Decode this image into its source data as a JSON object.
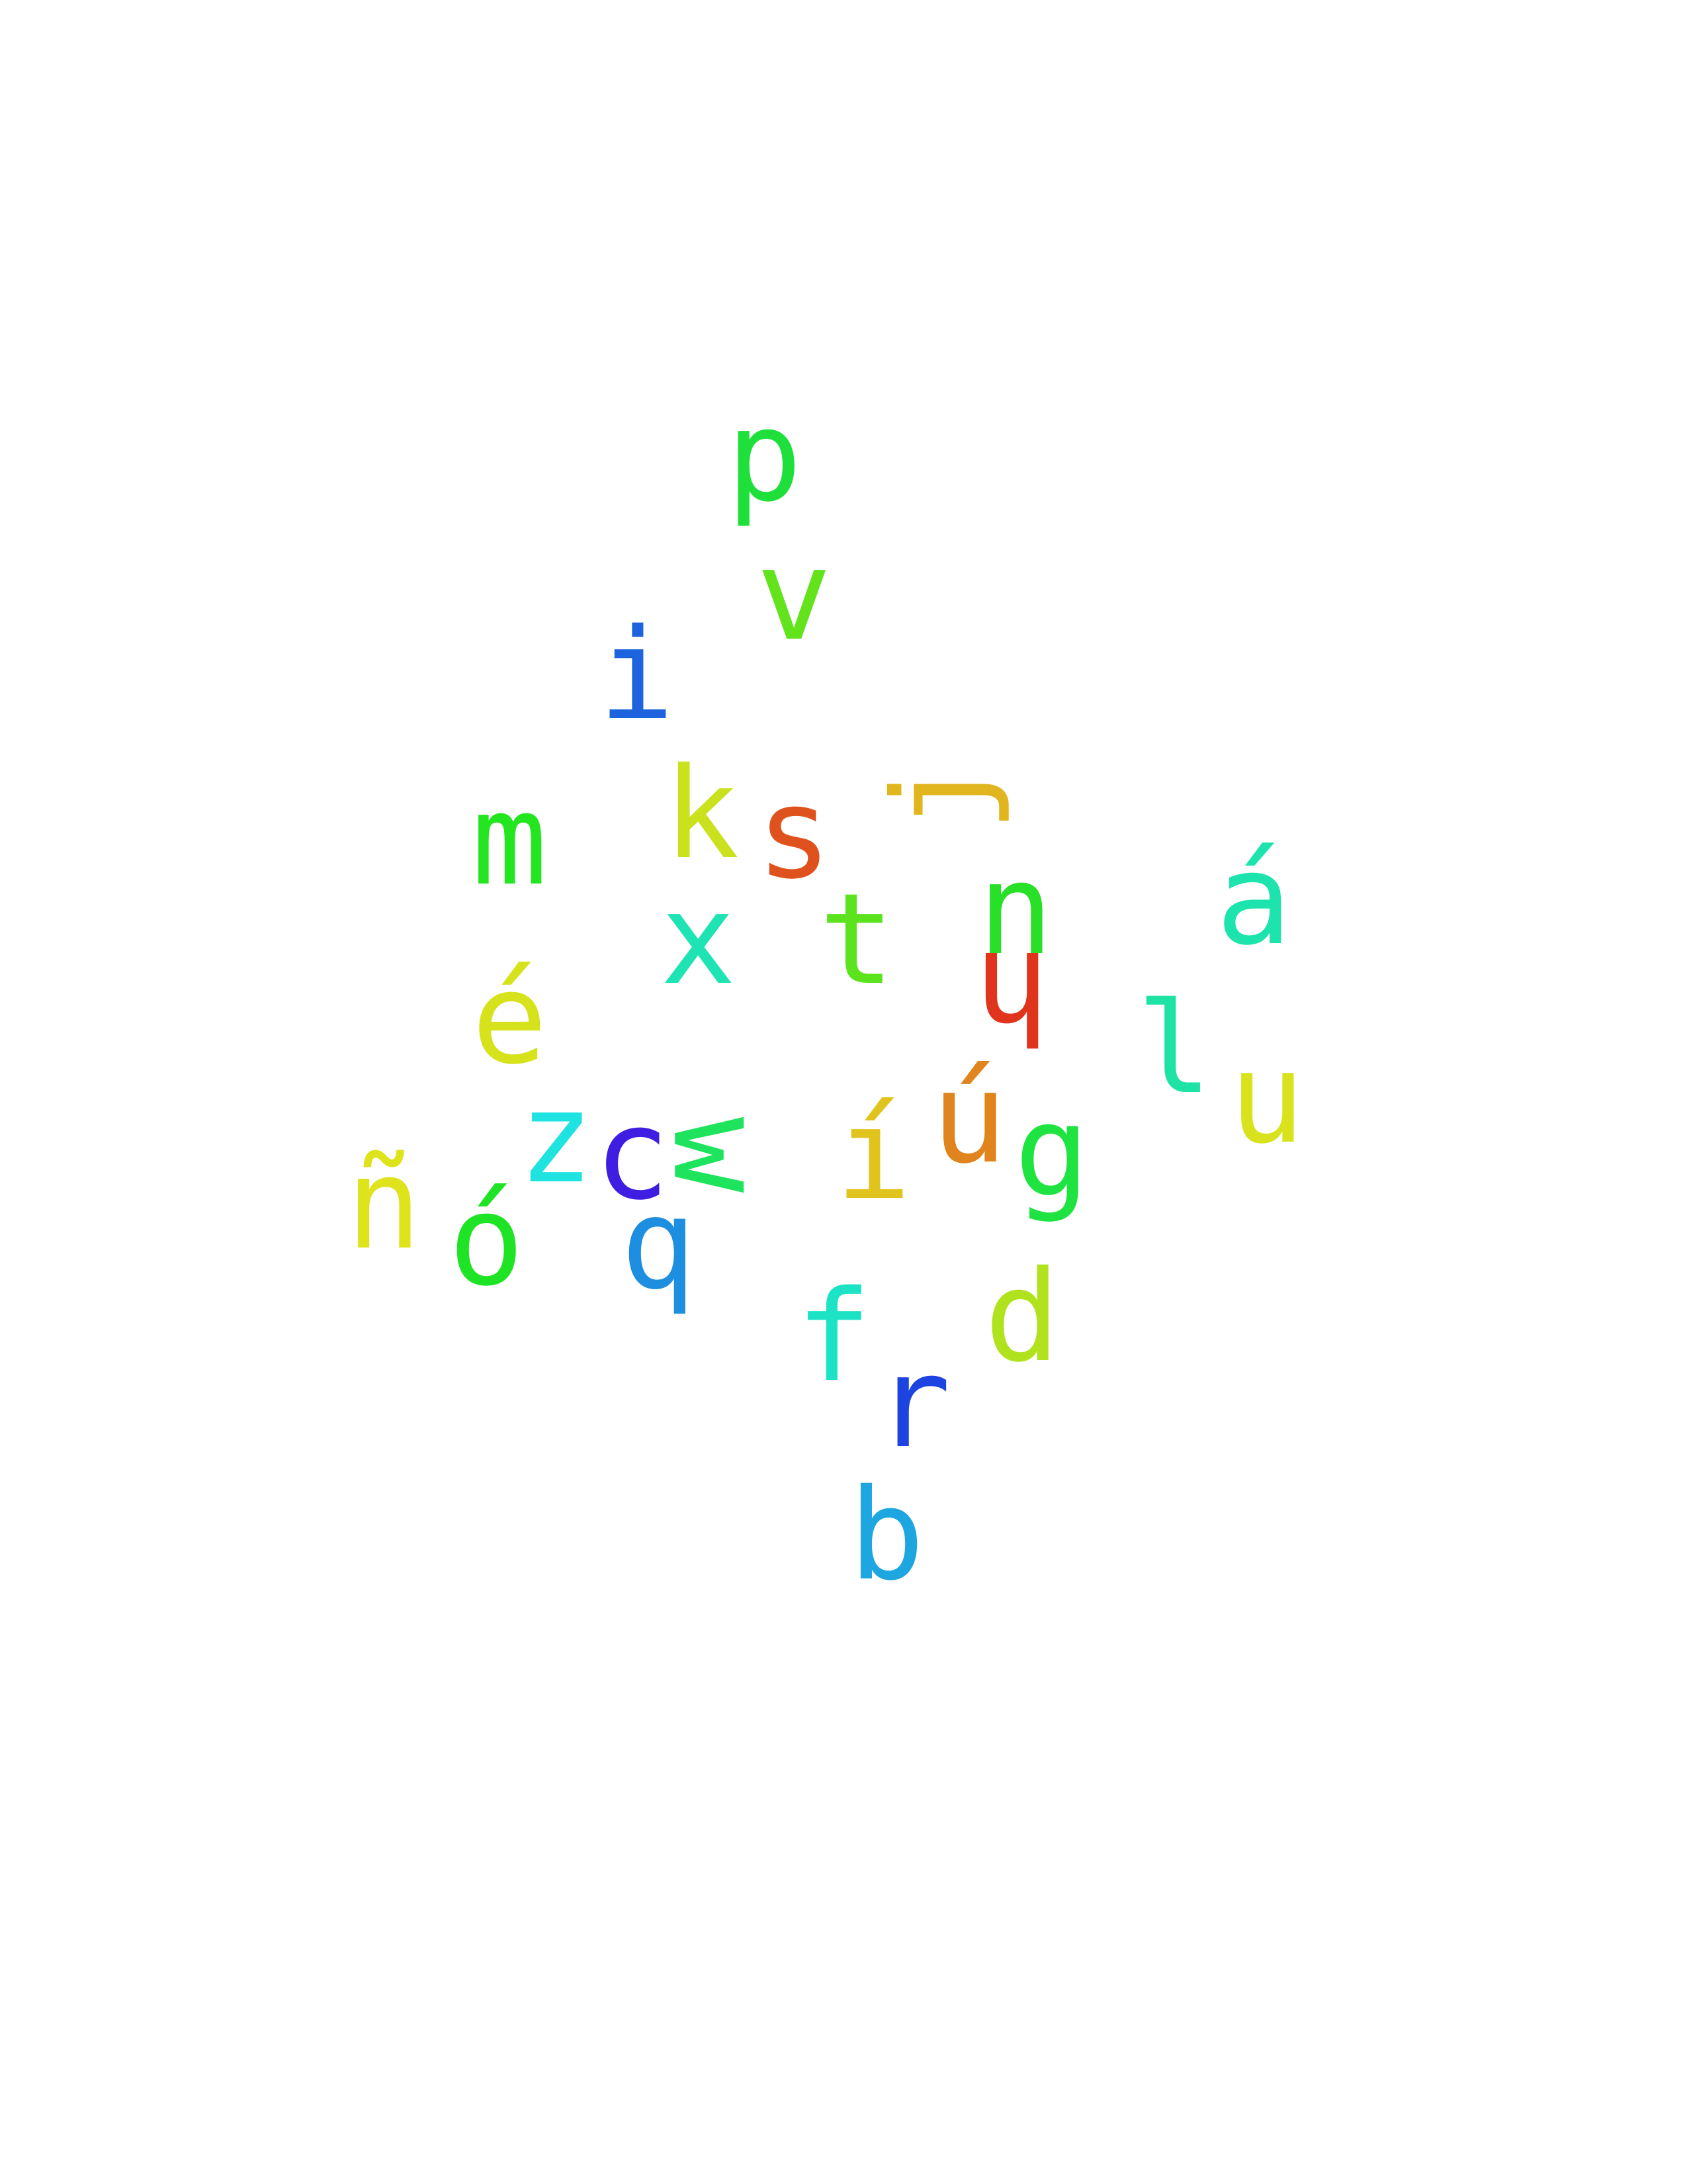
{
  "letters": [
    {
      "char": "p",
      "color": "#1fe03a"
    },
    {
      "char": "v",
      "color": "#62e31c"
    },
    {
      "char": "i",
      "color": "#1c63dd"
    },
    {
      "char": "j",
      "color": "#e1b51d"
    },
    {
      "char": "k",
      "color": "#c9e21d"
    },
    {
      "char": "s",
      "color": "#e0521d"
    },
    {
      "char": "m",
      "color": "#23e620"
    },
    {
      "char": "x",
      "color": "#1ee3b2"
    },
    {
      "char": "t",
      "color": "#5be31d"
    },
    {
      "char": "n",
      "color": "#27e027"
    },
    {
      "char": "á",
      "color": "#1de3ad"
    },
    {
      "char": "h",
      "color": "#e0341d"
    },
    {
      "char": "é",
      "color": "#d6e31c"
    },
    {
      "char": "l",
      "color": "#1ee3a5"
    },
    {
      "char": "u",
      "color": "#d8e31d"
    },
    {
      "char": "z",
      "color": "#1ee3e1"
    },
    {
      "char": "c",
      "color": "#3f1ee1"
    },
    {
      "char": "w",
      "color": "#1ee35c"
    },
    {
      "char": "í",
      "color": "#e1c31d"
    },
    {
      "char": "ú",
      "color": "#e0841d"
    },
    {
      "char": "g",
      "color": "#1ee340"
    },
    {
      "char": "ñ",
      "color": "#dfe31c"
    },
    {
      "char": "ó",
      "color": "#1fe325"
    },
    {
      "char": "q",
      "color": "#1e8fe0"
    },
    {
      "char": "f",
      "color": "#1de3c6"
    },
    {
      "char": "d",
      "color": "#b0e31e"
    },
    {
      "char": "r",
      "color": "#1d44e0"
    },
    {
      "char": "b",
      "color": "#1ea6e0"
    }
  ]
}
